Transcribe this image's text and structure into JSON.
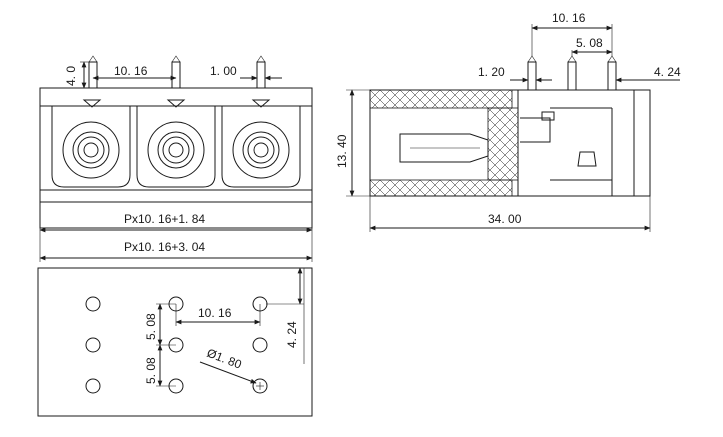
{
  "front_view": {
    "dim_pin_height": "4. 0",
    "dim_pitch": "10. 16",
    "dim_pin_width": "1. 00",
    "dim_inner_width": "Px10. 16+1. 84",
    "dim_outer_width": "Px10. 16+3. 04"
  },
  "side_view": {
    "dim_pin_pitch": "10. 16",
    "dim_pin_offset": "5. 08",
    "dim_pin_dia": "1. 20",
    "dim_edge_offset": "4. 24",
    "dim_height": "13. 40",
    "dim_depth": "34. 00"
  },
  "pcb_layout": {
    "dim_pitch": "10. 16",
    "dim_row_offset_1": "5. 08",
    "dim_row_offset_2": "5. 08",
    "dim_edge": "4. 24",
    "dim_hole": "Ø1. 80"
  }
}
